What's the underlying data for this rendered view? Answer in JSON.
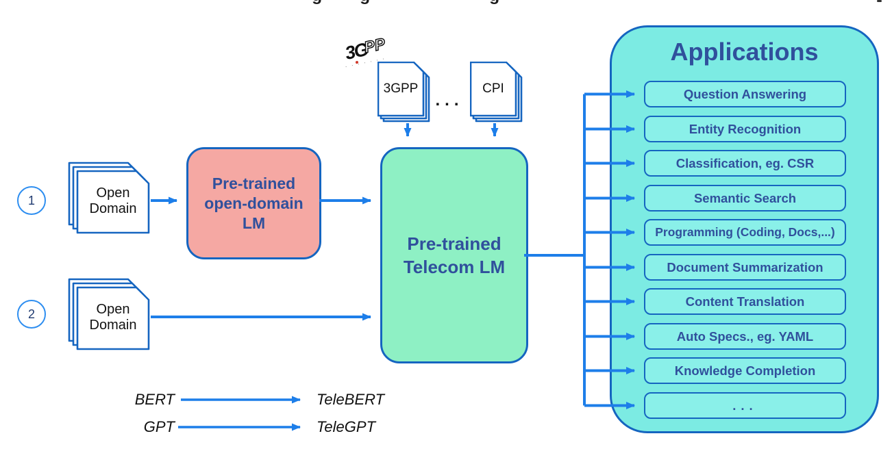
{
  "colors": {
    "arrow_blue": "#1d7ee9",
    "border_blue": "#1565c0",
    "pink_fill": "#f5a8a3",
    "green_fill": "#8ef0c4",
    "cyan_fill": "#7cebe3",
    "button_fill": "#8af0e9",
    "text_dark_blue": "#30509c",
    "circle_border_blue": "#2e8ef0"
  },
  "cropped_title_fragments": [
    "g",
    "g",
    "g"
  ],
  "pipeline": {
    "step1_badge": "1",
    "step2_badge": "2",
    "open_domain_doc1": {
      "line1": "Open",
      "line2": "Domain"
    },
    "open_domain_doc2": {
      "line1": "Open",
      "line2": "Domain"
    },
    "open_domain_lm": {
      "line1": "Pre-trained",
      "line2": "open-domain",
      "line3": "LM"
    },
    "telecom_lm": {
      "line1": "Pre-trained",
      "line2": "Telecom LM"
    }
  },
  "corpora": {
    "logo_3g": "3G",
    "logo_pp": "PP",
    "logo_tagline": "· · · · · · ·",
    "doc1_label": "3GPP",
    "ellipsis": "...",
    "doc2_label": "CPI"
  },
  "applications": {
    "title": "Applications",
    "items": [
      "Question Answering",
      "Entity Recognition",
      "Classification, eg. CSR",
      "Semantic Search",
      "Programming (Coding, Docs,...)",
      "Document Summarization",
      "Content Translation",
      "Auto Specs., eg. YAML",
      "Knowledge Completion",
      "..."
    ]
  },
  "legend": {
    "rows": [
      {
        "from": "BERT",
        "to": "TeleBERT"
      },
      {
        "from": "GPT",
        "to": "TeleGPT"
      }
    ]
  }
}
